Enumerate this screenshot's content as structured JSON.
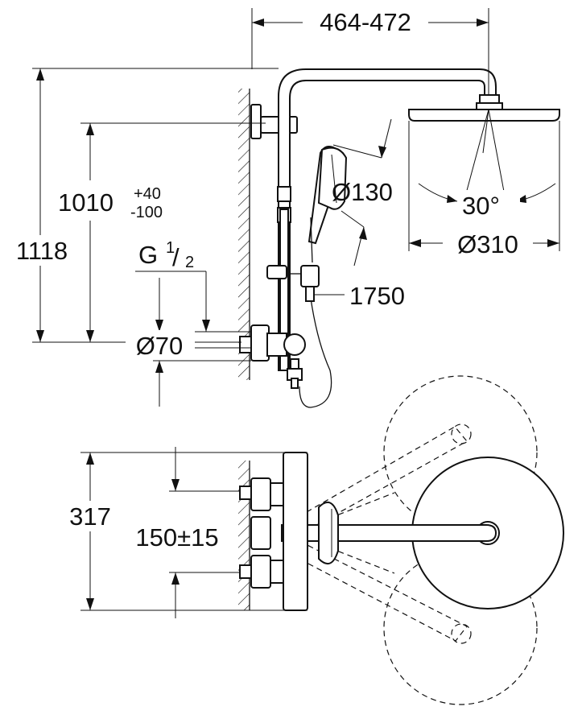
{
  "dimensions": {
    "width_range": "464-472",
    "total_height": "1118",
    "outlet_height": "1010",
    "outlet_tol_plus": "+40",
    "outlet_tol_minus": "-100",
    "thread_prefix": "G",
    "thread_num": "1",
    "thread_den": "2",
    "rosette_diameter": "Ø70",
    "hand_shower_diameter": "Ø130",
    "spray_angle": "30°",
    "head_shower_diameter": "Ø310",
    "hose_length": "1750",
    "top_depth": "317",
    "connection_spacing": "150±15"
  }
}
